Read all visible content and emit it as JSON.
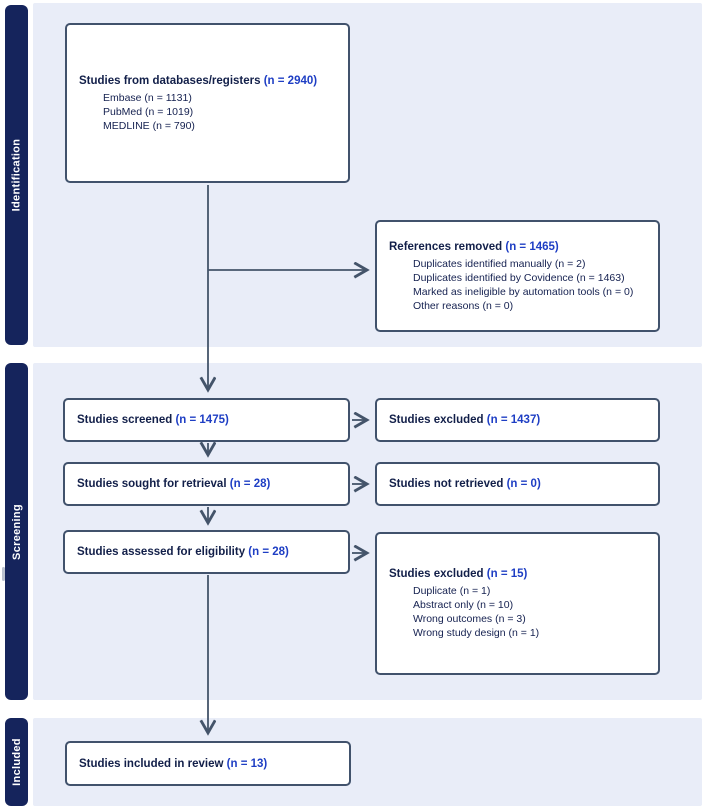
{
  "colors": {
    "rail_navy": "#15245C",
    "section_bg": "#E9EDF8",
    "box_border": "#41526C",
    "arrow": "#44546A",
    "label_text": "#121F49",
    "value_blue": "#1E3EC4"
  },
  "sidebar": {
    "identification_label": "Identification",
    "screening_label": "Screening",
    "included_label": "Included"
  },
  "boxes": {
    "databases": {
      "label": "Studies from databases/registers",
      "value": "(n = 2940)",
      "items": [
        "Embase (n = 1131)",
        "PubMed (n = 1019)",
        "MEDLINE (n = 790)"
      ]
    },
    "references_removed": {
      "label": "References removed",
      "value": "(n = 1465)",
      "items": [
        "Duplicates identified manually (n = 2)",
        "Duplicates identified by Covidence (n = 1463)",
        "Marked as ineligible by automation tools (n = 0)",
        "Other reasons (n = 0)"
      ]
    },
    "screened": {
      "label": "Studies screened",
      "value": "(n = 1475)"
    },
    "excluded_screening": {
      "label": "Studies excluded",
      "value": "(n = 1437)"
    },
    "sought": {
      "label": "Studies sought for retrieval",
      "value": "(n = 28)"
    },
    "not_retrieved": {
      "label": "Studies not retrieved",
      "value": "(n = 0)"
    },
    "assessed": {
      "label": "Studies assessed for eligibility",
      "value": "(n = 28)"
    },
    "excluded_eligibility": {
      "label": "Studies excluded",
      "value": "(n = 15)",
      "items": [
        "Duplicate (n = 1)",
        "Abstract only (n = 10)",
        "Wrong outcomes (n = 3)",
        "Wrong study design (n = 1)"
      ]
    },
    "included": {
      "label": "Studies included in review",
      "value": "(n = 13)"
    }
  }
}
